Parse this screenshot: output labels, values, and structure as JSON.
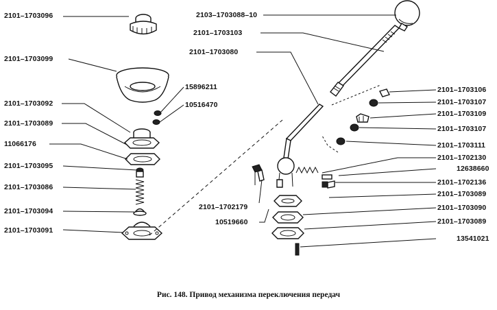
{
  "figure": {
    "caption": "Рис. 148. Привод механизма переключения передач",
    "labels_left": [
      "2101–1703096",
      "2101–1703099",
      "2101–1703092",
      "2101–1703089",
      "11066176",
      "2101–1703095",
      "2101–1703086",
      "2101–1703094",
      "2101–1703091"
    ],
    "labels_center": [
      "15896211",
      "10516470"
    ],
    "labels_top": [
      "2103–1703088–10",
      "2101–1703103",
      "2101–1703080"
    ],
    "labels_right": [
      "2101–1703106",
      "2101–1703107",
      "2101–1703109",
      "2101–1703107",
      "2101–1703111",
      "2101–1702130",
      "12638660",
      "2101–1702136",
      "2101–1703089",
      "2101–1703090",
      "2101–1703089",
      "13541021"
    ],
    "labels_lower_center": [
      "2101–1702179",
      "10519660"
    ]
  }
}
